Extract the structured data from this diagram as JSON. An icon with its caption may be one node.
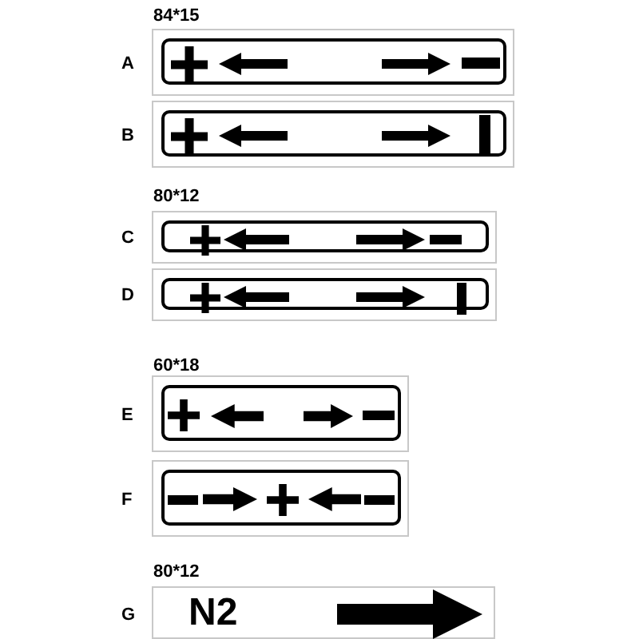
{
  "diagram": {
    "nodes": [
      {
        "text": [],
        "shape": "box"
      },
      {
        "text": [],
        "shape": "box"
      },
      {
        "text": [],
        "shape": "box"
      },
      {
        "text": [],
        "shape": "box"
      },
      {
        "text": [],
        "shape": "box"
      },
      {
        "text": [],
        "shape": "box"
      },
      {
        "text": [
          "N2"
        ]
      }
    ],
    "labels": [
      "84*15",
      "A",
      "B",
      "80*12",
      "C",
      "D",
      "60*18",
      "E",
      "F",
      "80*12",
      "G"
    ]
  }
}
